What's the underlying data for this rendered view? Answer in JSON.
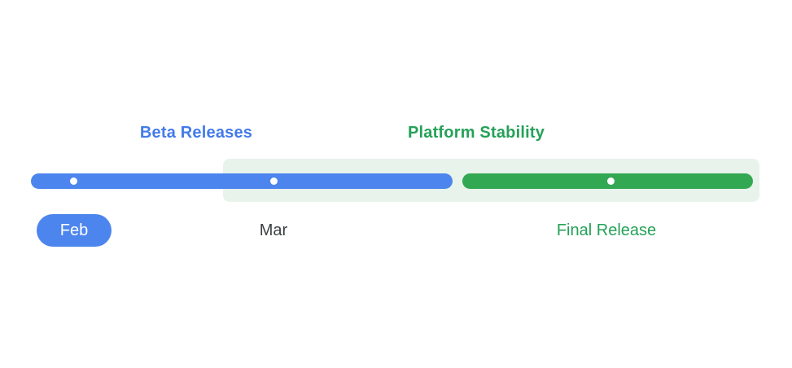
{
  "diagram": {
    "type": "release-timeline",
    "phases": [
      {
        "id": "beta",
        "label": "Beta Releases"
      },
      {
        "id": "stability",
        "label": "Platform Stability"
      }
    ],
    "bars": [
      {
        "id": "beta",
        "phase": "Beta Releases",
        "milestone_dots": 2,
        "dot_labels": [
          "Feb",
          "Mar"
        ]
      },
      {
        "id": "stability",
        "phase": "Platform Stability",
        "milestone_dots": 1,
        "dot_labels": [
          "Final Release"
        ]
      }
    ],
    "markers": [
      {
        "id": "feb",
        "label": "Feb",
        "style": "pill"
      },
      {
        "id": "mar",
        "label": "Mar",
        "style": "text"
      },
      {
        "id": "final",
        "label": "Final Release",
        "style": "text"
      }
    ]
  },
  "labels": {
    "beta_phase": "Beta Releases",
    "stability_phase": "Platform Stability",
    "feb": "Feb",
    "mar": "Mar",
    "final_release": "Final Release"
  },
  "colors": {
    "heading-blue": "#447be9",
    "heading-green": "#25a158",
    "bar-blue": "#4d85ee",
    "bar-green": "#33a852",
    "panel-green": "#e7f3eb",
    "dot-white": "#ffffff",
    "gray-text": "#3c4043"
  }
}
